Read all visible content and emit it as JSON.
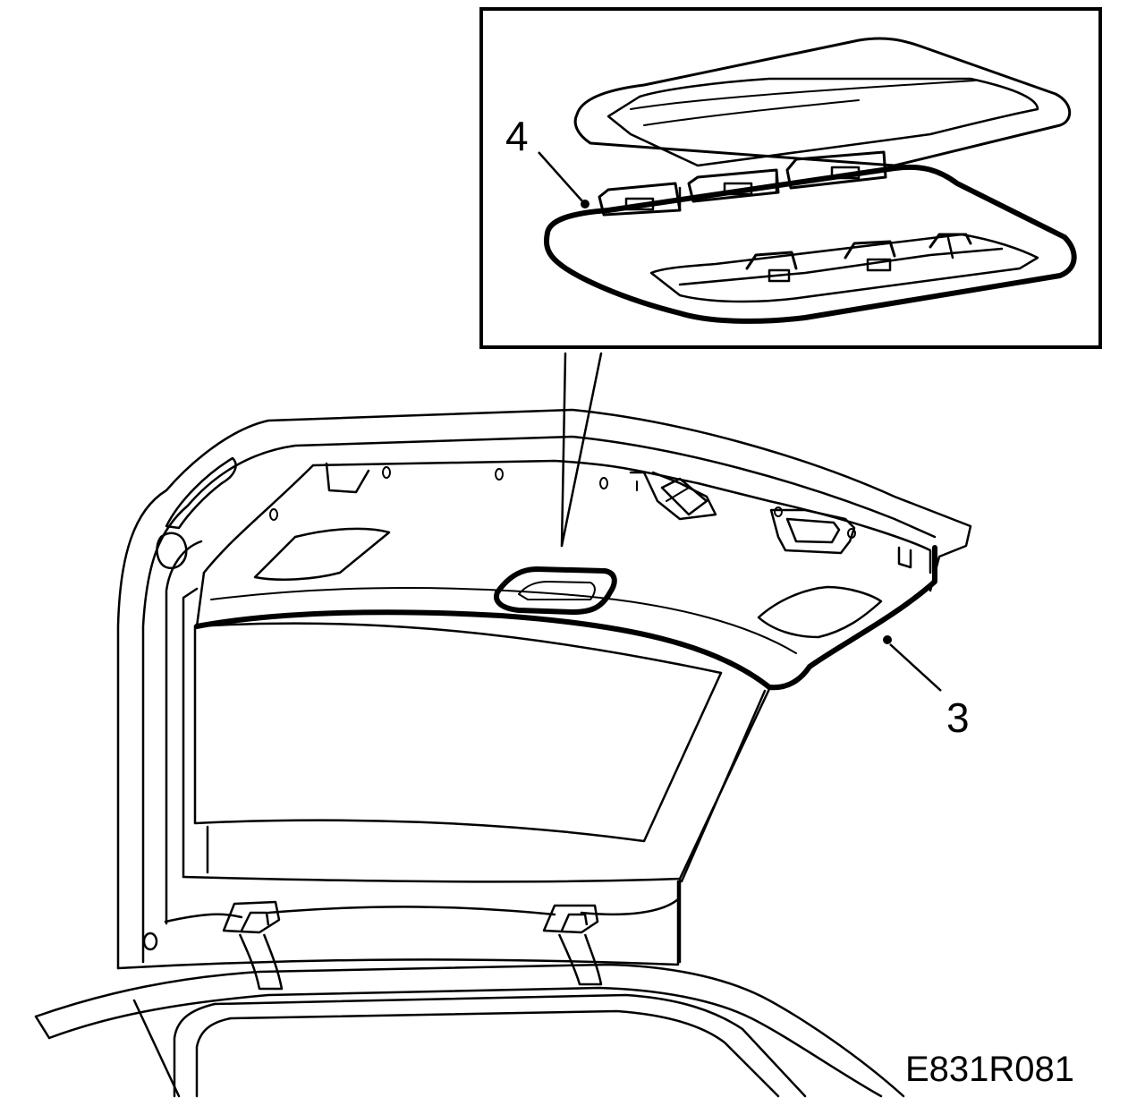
{
  "diagram": {
    "callouts": [
      {
        "id": "3",
        "label": "3"
      },
      {
        "id": "4",
        "label": "4"
      }
    ],
    "figure_code": "E831R081",
    "colors": {
      "line": "#000000",
      "background": "#ffffff"
    }
  }
}
